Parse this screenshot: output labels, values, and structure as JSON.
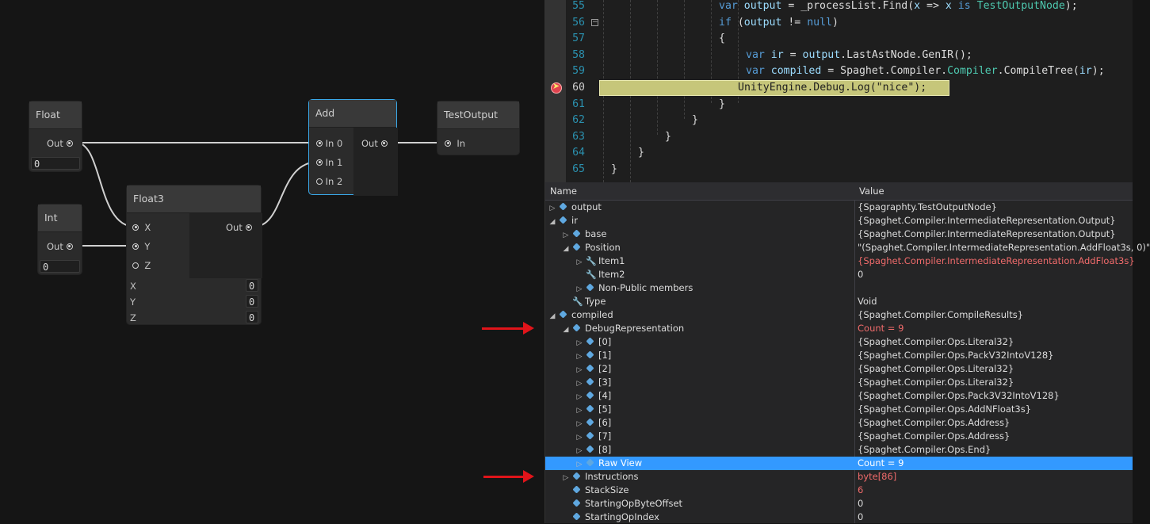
{
  "graph": {
    "nodes": {
      "float": {
        "title": "Float",
        "out": "Out",
        "value": "0"
      },
      "int": {
        "title": "Int",
        "out": "Out",
        "value": "0"
      },
      "float3": {
        "title": "Float3",
        "inputs": [
          "X",
          "Y",
          "Z"
        ],
        "out": "Out",
        "fields": [
          {
            "label": "X",
            "value": "0"
          },
          {
            "label": "Y",
            "value": "0"
          },
          {
            "label": "Z",
            "value": "0"
          }
        ]
      },
      "add": {
        "title": "Add",
        "inputs": [
          "In 0",
          "In 1",
          "In 2"
        ],
        "out": "Out"
      },
      "test_output": {
        "title": "TestOutput",
        "input": "In"
      }
    }
  },
  "code": {
    "lines": [
      {
        "n": "55",
        "text": "var output = _processList.Find(x => x is TestOutputNode);"
      },
      {
        "n": "56",
        "text": "if (output != null)"
      },
      {
        "n": "57",
        "text": "{"
      },
      {
        "n": "58",
        "text": "var ir = output.LastAstNode.GenIR();"
      },
      {
        "n": "59",
        "text": "var compiled = Spaghet.Compiler.Compiler.CompileTree(ir);"
      },
      {
        "n": "60",
        "text": "UnityEngine.Debug.Log(\"nice\");"
      },
      {
        "n": "61",
        "text": "}"
      },
      {
        "n": "62",
        "text": "}"
      },
      {
        "n": "63",
        "text": "}"
      },
      {
        "n": "64",
        "text": "}"
      },
      {
        "n": "65",
        "text": "}"
      }
    ]
  },
  "locals": {
    "headers": {
      "name": "Name",
      "value": "Value"
    },
    "rows": [
      {
        "name": "output",
        "value": "{Spagraphty.TestOutputNode}"
      },
      {
        "name": "ir",
        "value": "{Spaghet.Compiler.IntermediateRepresentation.Output}"
      },
      {
        "name": "base",
        "value": "{Spaghet.Compiler.IntermediateRepresentation.Output}"
      },
      {
        "name": "Position",
        "value": "\"(Spaghet.Compiler.IntermediateRepresentation.AddFloat3s, 0)\""
      },
      {
        "name": "Item1",
        "value": "{Spaghet.Compiler.IntermediateRepresentation.AddFloat3s}"
      },
      {
        "name": "Item2",
        "value": "0"
      },
      {
        "name": "Non-Public members",
        "value": ""
      },
      {
        "name": "Type",
        "value": "Void"
      },
      {
        "name": "compiled",
        "value": "{Spaghet.Compiler.CompileResults}"
      },
      {
        "name": "DebugRepresentation",
        "value": "Count = 9"
      },
      {
        "name": "[0]",
        "value": "{Spaghet.Compiler.Ops.Literal32}"
      },
      {
        "name": "[1]",
        "value": "{Spaghet.Compiler.Ops.PackV32IntoV128}"
      },
      {
        "name": "[2]",
        "value": "{Spaghet.Compiler.Ops.Literal32}"
      },
      {
        "name": "[3]",
        "value": "{Spaghet.Compiler.Ops.Literal32}"
      },
      {
        "name": "[4]",
        "value": "{Spaghet.Compiler.Ops.Pack3V32IntoV128}"
      },
      {
        "name": "[5]",
        "value": "{Spaghet.Compiler.Ops.AddNFloat3s}"
      },
      {
        "name": "[6]",
        "value": "{Spaghet.Compiler.Ops.Address}"
      },
      {
        "name": "[7]",
        "value": "{Spaghet.Compiler.Ops.Address}"
      },
      {
        "name": "[8]",
        "value": "{Spaghet.Compiler.Ops.End}"
      },
      {
        "name": "Raw View",
        "value": "Count = 9"
      },
      {
        "name": "Instructions",
        "value": "byte[86]"
      },
      {
        "name": "StackSize",
        "value": "6"
      },
      {
        "name": "StartingOpByteOffset",
        "value": "0"
      },
      {
        "name": "StartingOpIndex",
        "value": "0"
      }
    ]
  },
  "colors": {
    "accent_selection": "#3399ff",
    "node_selected_border": "#3aa8e8",
    "changed_value": "#f06b6b",
    "annotation_arrow": "#e0141a",
    "current_line": "#c6c67a"
  }
}
